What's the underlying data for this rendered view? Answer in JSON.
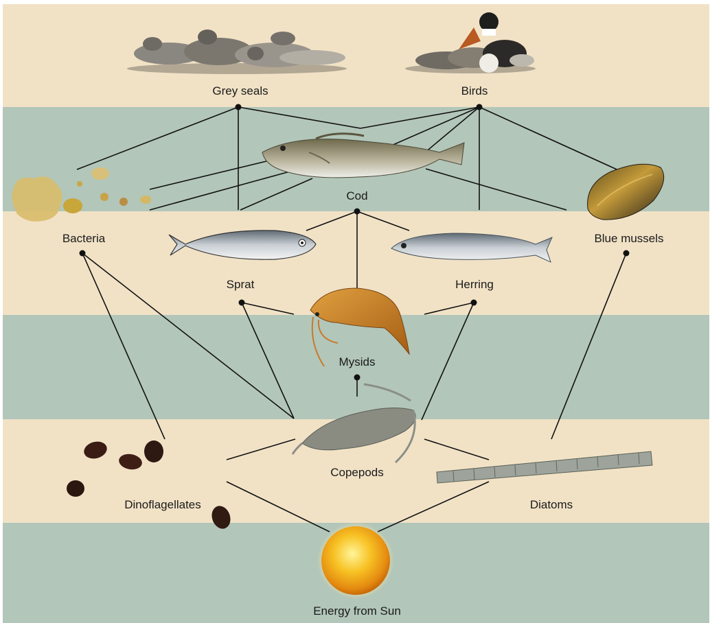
{
  "colors": {
    "band_beige": "#f1e2c6",
    "band_teal": "#b2c6b9",
    "line": "#111111"
  },
  "labels": {
    "grey_seals": "Grey seals",
    "birds": "Birds",
    "cod": "Cod",
    "bacteria": "Bacteria",
    "blue_mussels": "Blue mussels",
    "sprat": "Sprat",
    "herring": "Herring",
    "mysids": "Mysids",
    "copepods": "Copepods",
    "dinoflagellates": "Dinoflagellates",
    "diatoms": "Diatoms",
    "sun": "Energy from Sun"
  }
}
